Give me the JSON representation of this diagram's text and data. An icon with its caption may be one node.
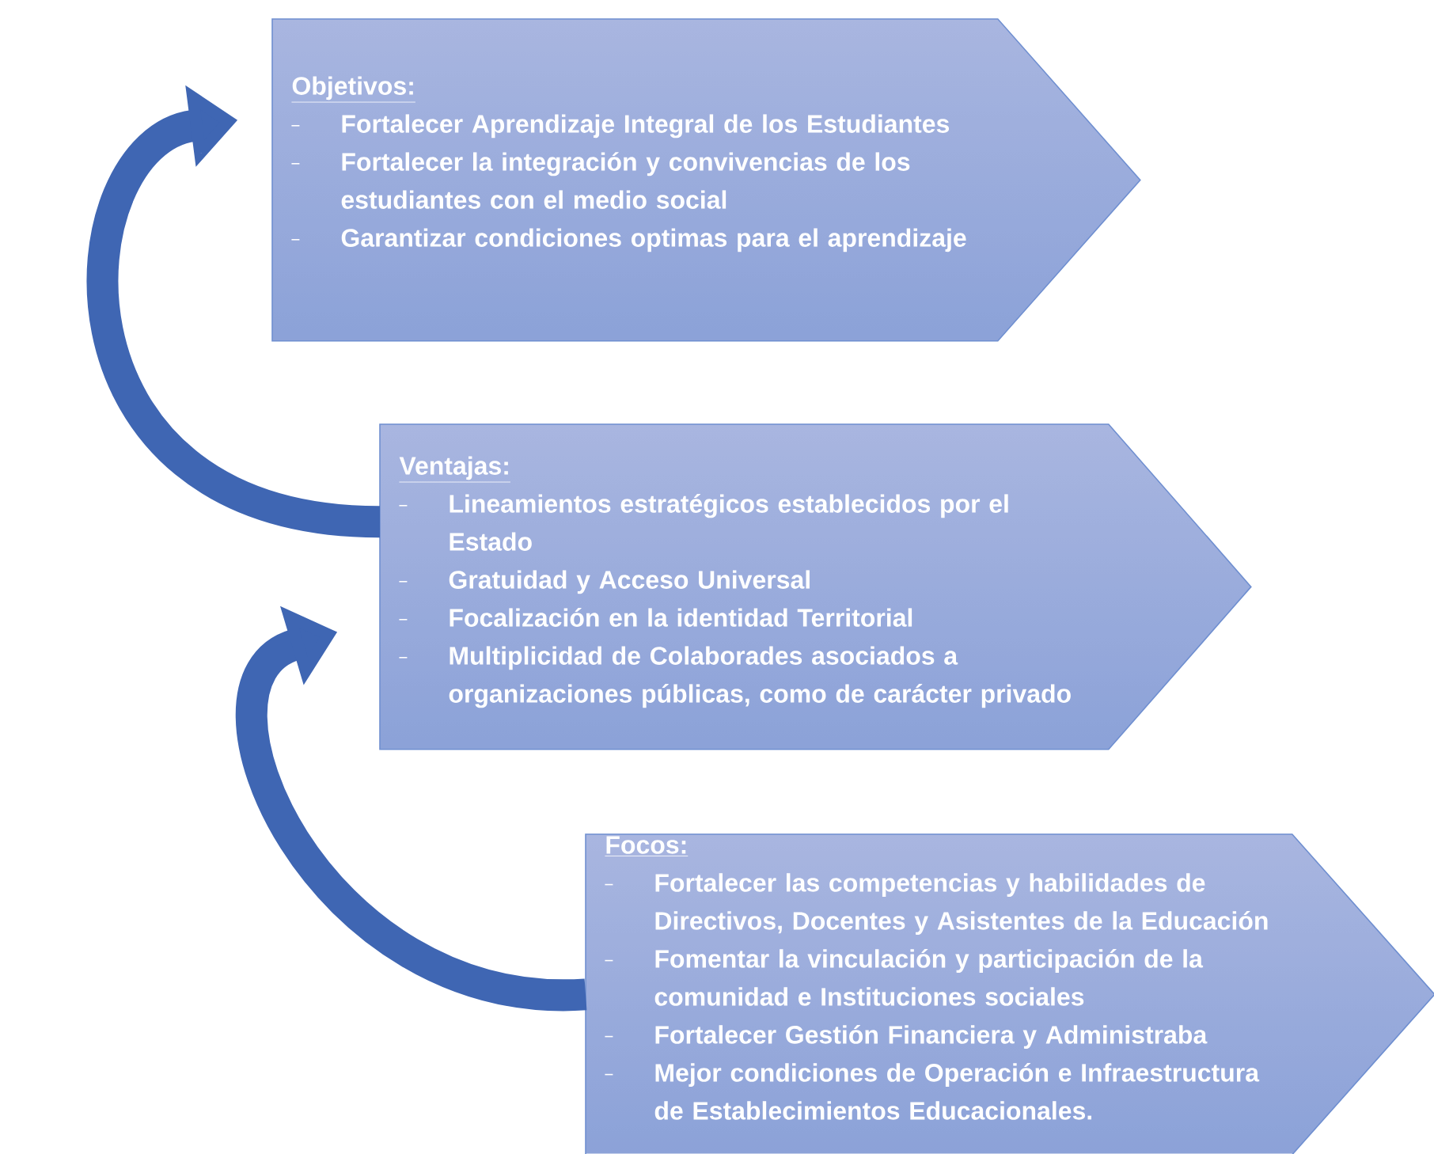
{
  "diagram": {
    "nodes": [
      {
        "text": [
          "Objetivos:",
          "Fortalecer Aprendizaje Integral de los Estudiantes",
          "Fortalecer la integración y convivencias de los estudiantes con el medio social",
          "Garantizar condiciones optimas para el aprendizaje"
        ]
      },
      {
        "text": [
          "Ventajas:",
          "Lineamientos estratégicos establecidos por el Estado",
          "Gratuidad y Acceso Universal",
          "Focalización en la identidad Territorial",
          "Multiplicidad de Colaborades asociados a organizaciones públicas, como de carácter privado"
        ]
      },
      {
        "text": [
          "Focos:",
          "Fortalecer las competencias y habilidades de Directivos, Docentes y Asistentes de la Educación",
          "Fomentar la vinculación y participación de la comunidad e Instituciones sociales",
          "Fortalecer Gestión Financiera y Administraba",
          "Mejor condiciones de Operación e  Infraestructura de Establecimientos Educacionales."
        ]
      }
    ],
    "edges": [
      {
        "from": 2,
        "to": 1,
        "arrow": "to"
      },
      {
        "from": 1,
        "to": 0,
        "arrow": "to"
      }
    ]
  }
}
